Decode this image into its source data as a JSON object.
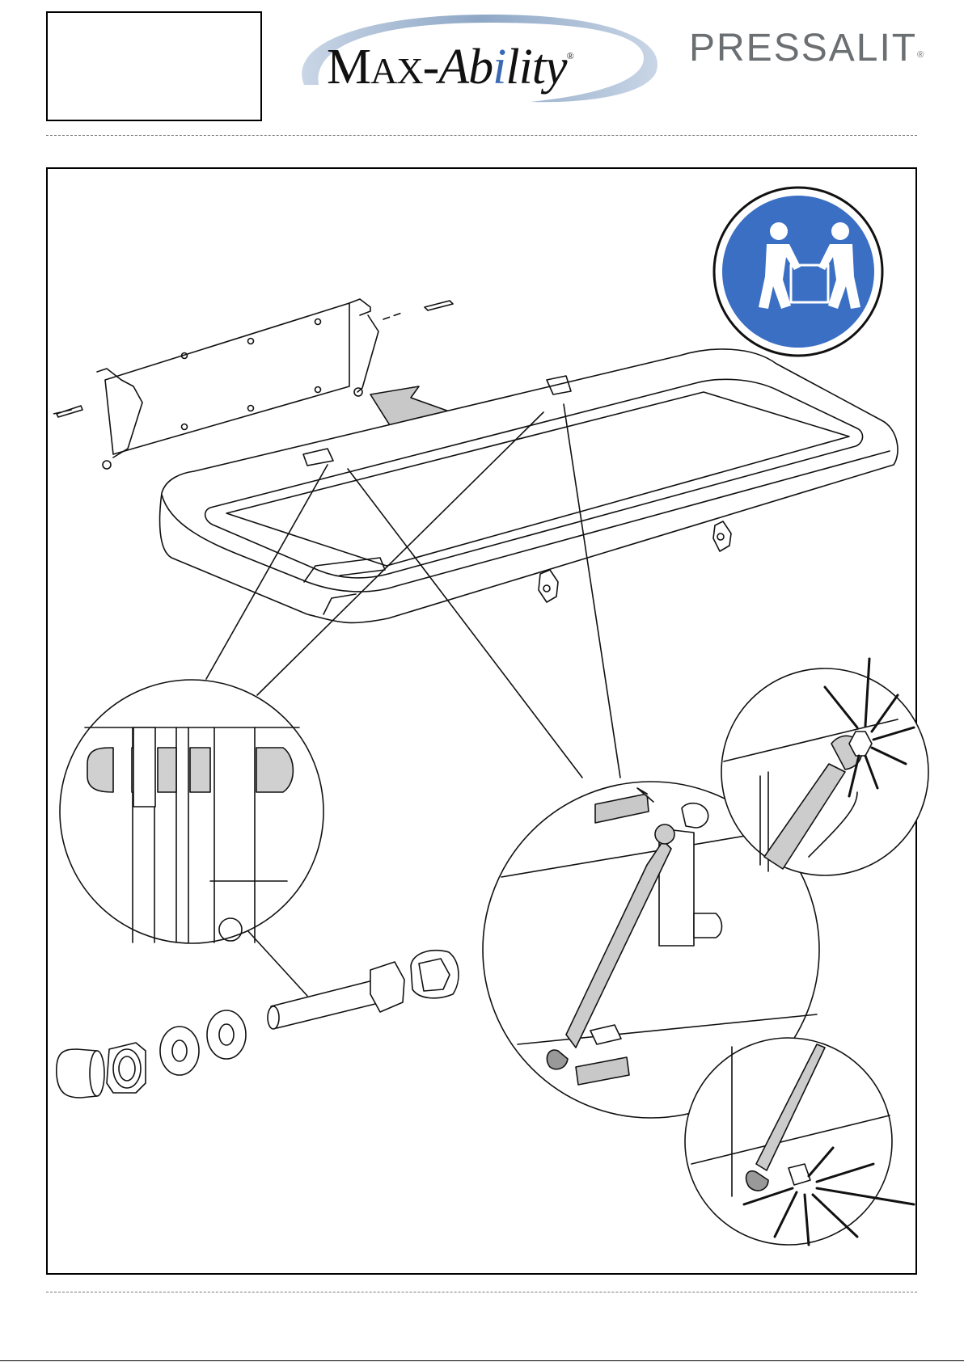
{
  "header": {
    "brand_left": "Max-Ability",
    "brand_left_parts": [
      "MAX-",
      "Ability"
    ],
    "brand_right": "PRESSALIT",
    "registered_mark": "®"
  },
  "colors": {
    "safety_sign_blue": "#3a6fc4",
    "arrow_gray": "#c8c8c8",
    "logo_swoosh": "#9fb4cf",
    "pressalit_gray": "#6b6f72"
  },
  "icons": {
    "safety_sign": "two-person-lift-icon"
  }
}
